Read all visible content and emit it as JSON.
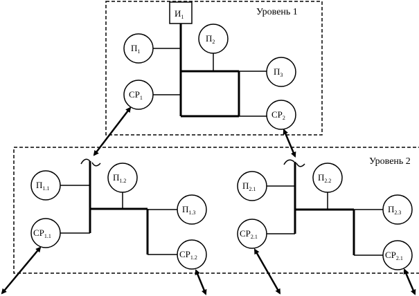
{
  "diagram": {
    "levels": [
      {
        "id": "level-1",
        "label": "Уровень 1"
      },
      {
        "id": "level-2",
        "label": "Уровень 2"
      }
    ],
    "source_node": {
      "main": "И",
      "sub": "1"
    },
    "level1_nodes": [
      {
        "id": "p1",
        "main": "П",
        "sub": "1"
      },
      {
        "id": "p2",
        "main": "П",
        "sub": "2"
      },
      {
        "id": "p3",
        "main": "П",
        "sub": "3"
      },
      {
        "id": "cp1",
        "main": "СР",
        "sub": "1"
      },
      {
        "id": "cp2",
        "main": "СР",
        "sub": "2"
      }
    ],
    "level2_left_nodes": [
      {
        "id": "p11",
        "main": "П",
        "sub": "1.1"
      },
      {
        "id": "p12",
        "main": "П",
        "sub": "1.2"
      },
      {
        "id": "p13",
        "main": "П",
        "sub": "1.3"
      },
      {
        "id": "cp11",
        "main": "СР",
        "sub": "1.1"
      },
      {
        "id": "cp12",
        "main": "СР",
        "sub": "1.2"
      }
    ],
    "level2_right_nodes": [
      {
        "id": "p21",
        "main": "П",
        "sub": "2.1"
      },
      {
        "id": "p22",
        "main": "П",
        "sub": "2.2"
      },
      {
        "id": "p23",
        "main": "П",
        "sub": "2.3"
      },
      {
        "id": "cp21",
        "main": "СР",
        "sub": "2.1"
      },
      {
        "id": "cp22",
        "main": "СР",
        "sub": "2.1"
      }
    ],
    "connections": [
      {
        "from": "cp1",
        "to": "level2-left-bus",
        "type": "bidirectional"
      },
      {
        "from": "cp2",
        "to": "level2-right-bus",
        "type": "bidirectional"
      },
      {
        "from": "cp11",
        "to": "below",
        "type": "bidirectional"
      },
      {
        "from": "cp12",
        "to": "below",
        "type": "bidirectional"
      },
      {
        "from": "cp21",
        "to": "below",
        "type": "bidirectional"
      },
      {
        "from": "cp22",
        "to": "below",
        "type": "bidirectional"
      }
    ]
  }
}
